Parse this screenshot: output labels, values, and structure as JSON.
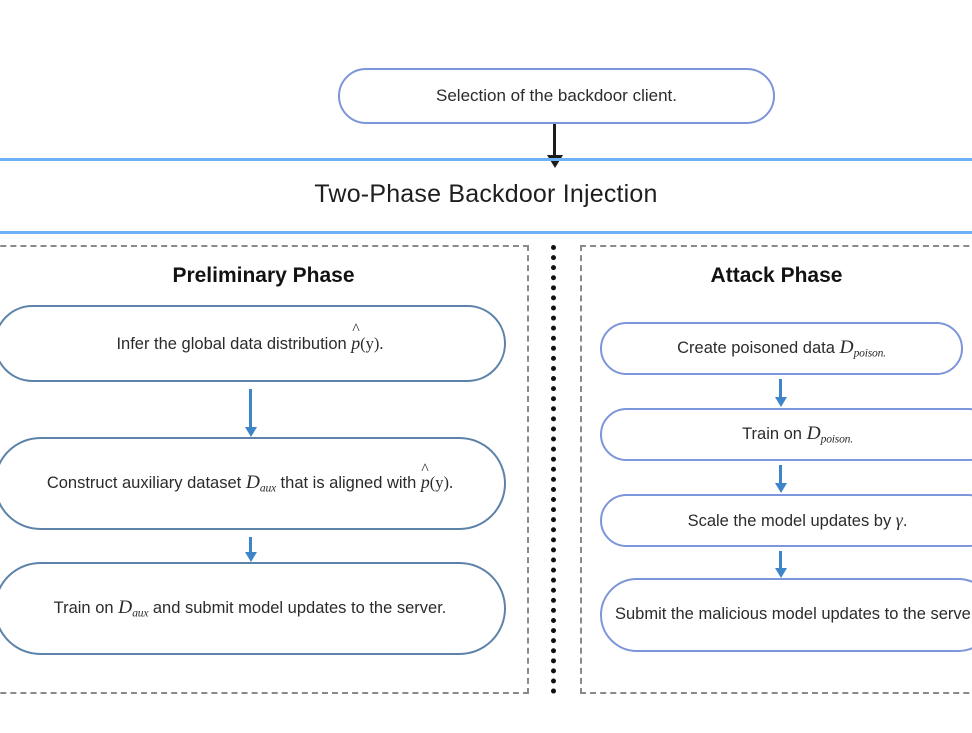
{
  "diagram": {
    "type": "flowchart",
    "title": "Two-Phase Backdoor Injection",
    "colors": {
      "header_rule": "#6cb0f5",
      "top_box_border": "#7d95da",
      "preliminary_box_border": "#5d82a8",
      "attack_box_border": "#7d95da",
      "connector_arrow": "#3d85c8",
      "entry_arrow": "#1c1c1c",
      "panel_dashed_border": "#8a8a8a",
      "phase_divider": "#111111",
      "background": "#ffffff",
      "text": "#2b2b2b"
    }
  },
  "entry": {
    "box_label": "Selection of the backdoor client.",
    "arrow_name": "entry-arrow"
  },
  "header": {
    "title": "Two-Phase Backdoor Injection"
  },
  "phases": {
    "preliminary": {
      "title": "Preliminary Phase",
      "steps": [
        {
          "id": "infer-distribution",
          "text_plain": "Infer the global data distribution p̂(y).",
          "parts": {
            "lead": "Infer the global data distribution ",
            "symbol": "p̂",
            "tail": "(y)."
          }
        },
        {
          "id": "construct-auxiliary-dataset",
          "text_plain": "Construct auxiliary dataset D_aux that is aligned with p̂(y).",
          "parts": {
            "lead": "Construct auxiliary dataset ",
            "symbol": "D",
            "subscript": "aux",
            "mid": " that is aligned with ",
            "symbol2": "p̂",
            "tail": "(y)."
          }
        },
        {
          "id": "train-and-submit",
          "text_plain": "Train on D_aux and submit model updates to the server.",
          "parts": {
            "lead": "Train on ",
            "symbol": "D",
            "subscript": "aux",
            "tail": " and submit model updates to the server."
          }
        }
      ]
    },
    "attack": {
      "title": "Attack Phase",
      "steps": [
        {
          "id": "create-poisoned-data",
          "text_plain": "Create poisoned data D_poison.",
          "parts": {
            "lead": "Create poisoned data ",
            "symbol": "D",
            "subscript": "poison",
            "tail": "."
          }
        },
        {
          "id": "train-on-poison",
          "text_plain": "Train on D_poison.",
          "parts": {
            "lead": "Train on ",
            "symbol": "D",
            "subscript": "poison",
            "tail": "."
          }
        },
        {
          "id": "scale-model-updates",
          "text_plain": "Scale the model updates by γ.",
          "parts": {
            "lead": "Scale the model updates by ",
            "symbol": "γ",
            "tail": "."
          }
        },
        {
          "id": "submit-malicious-updates",
          "text_plain": "Submit the malicious model updates to the server.",
          "parts": {
            "lead": "Submit the malicious model updates to the server."
          }
        }
      ]
    }
  },
  "connectors": [
    {
      "id": "entry-to-header",
      "from": "selection-of-backdoor-client",
      "to": "two-phase-backdoor-injection",
      "color": "#1c1c1c"
    },
    {
      "id": "prelim-1-to-2",
      "from": "infer-distribution",
      "to": "construct-auxiliary-dataset",
      "color": "#3d85c8"
    },
    {
      "id": "prelim-2-to-3",
      "from": "construct-auxiliary-dataset",
      "to": "train-and-submit",
      "color": "#3d85c8"
    },
    {
      "id": "attack-1-to-2",
      "from": "create-poisoned-data",
      "to": "train-on-poison",
      "color": "#3d85c8"
    },
    {
      "id": "attack-2-to-3",
      "from": "train-on-poison",
      "to": "scale-model-updates",
      "color": "#3d85c8"
    },
    {
      "id": "attack-3-to-4",
      "from": "scale-model-updates",
      "to": "submit-malicious-updates",
      "color": "#3d85c8"
    }
  ]
}
